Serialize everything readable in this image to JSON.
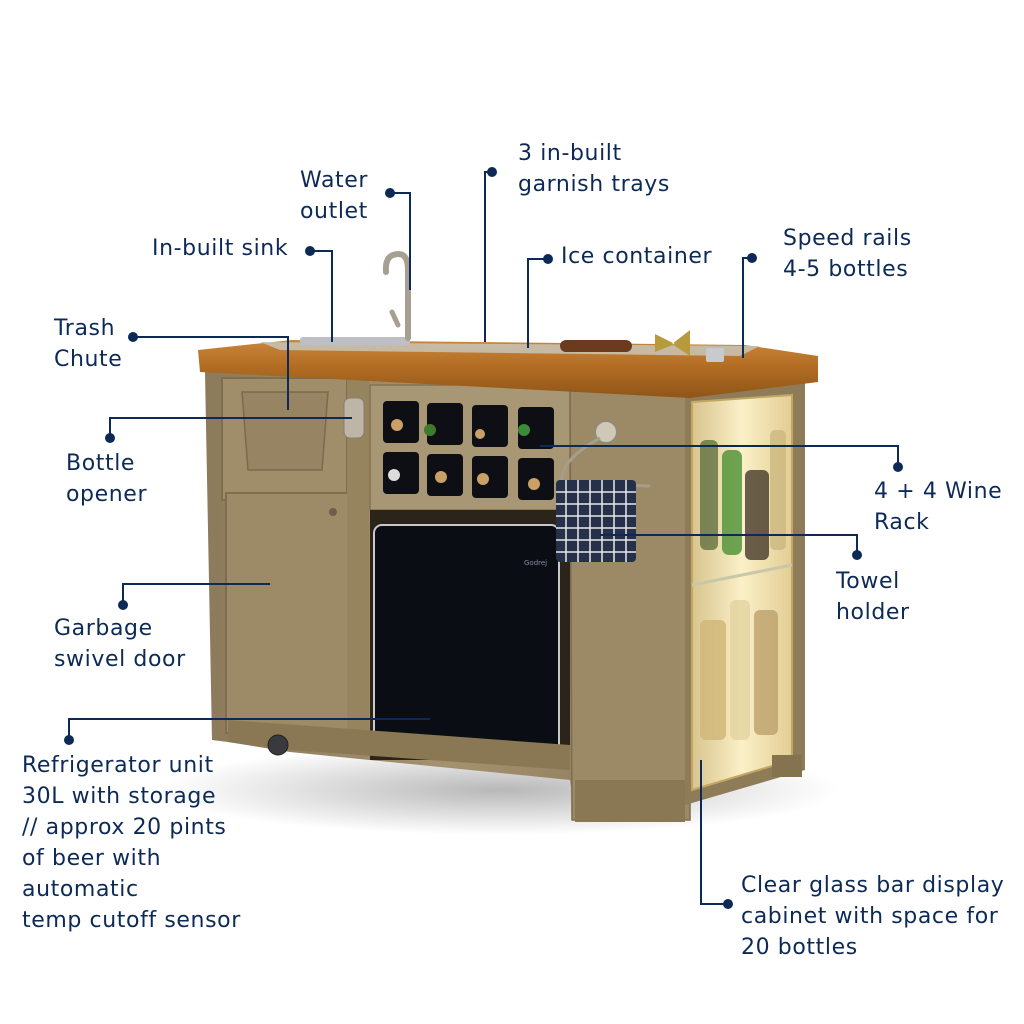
{
  "image": {
    "type": "annotated product diagram",
    "subject": "bar cart cabinet with sink, wine rack, refrigerator and glass display",
    "background": "#ffffff",
    "callout_color": "#0d2a57"
  },
  "labels": {
    "water_outlet": "Water\noutlet",
    "garnish_trays": "3 in-built\ngarnish trays",
    "inbuilt_sink": "In-built sink",
    "ice_container": "Ice container",
    "speed_rails": "Speed rails\n4-5 bottles",
    "trash_chute": "Trash\nChute",
    "bottle_opener": "Bottle\nopener",
    "wine_rack": "4 + 4 Wine\nRack",
    "towel_holder": "Towel\nholder",
    "garbage_door": "Garbage\nswivel door",
    "refrigerator": "Refrigerator unit\n30L with storage\n// approx 20 pints\nof beer with\nautomatic\ntemp cutoff sensor",
    "glass_cabinet": "Clear glass bar display\ncabinet with space for\n20 bottles"
  },
  "product": {
    "fridge_brand_text": "Godrej",
    "colors": {
      "body": "#9a8866",
      "body_dark": "#7d6d50",
      "wood_top": "#b8742a",
      "fridge": "#0b0d14",
      "glass_glow": "#f3e4b5"
    }
  }
}
